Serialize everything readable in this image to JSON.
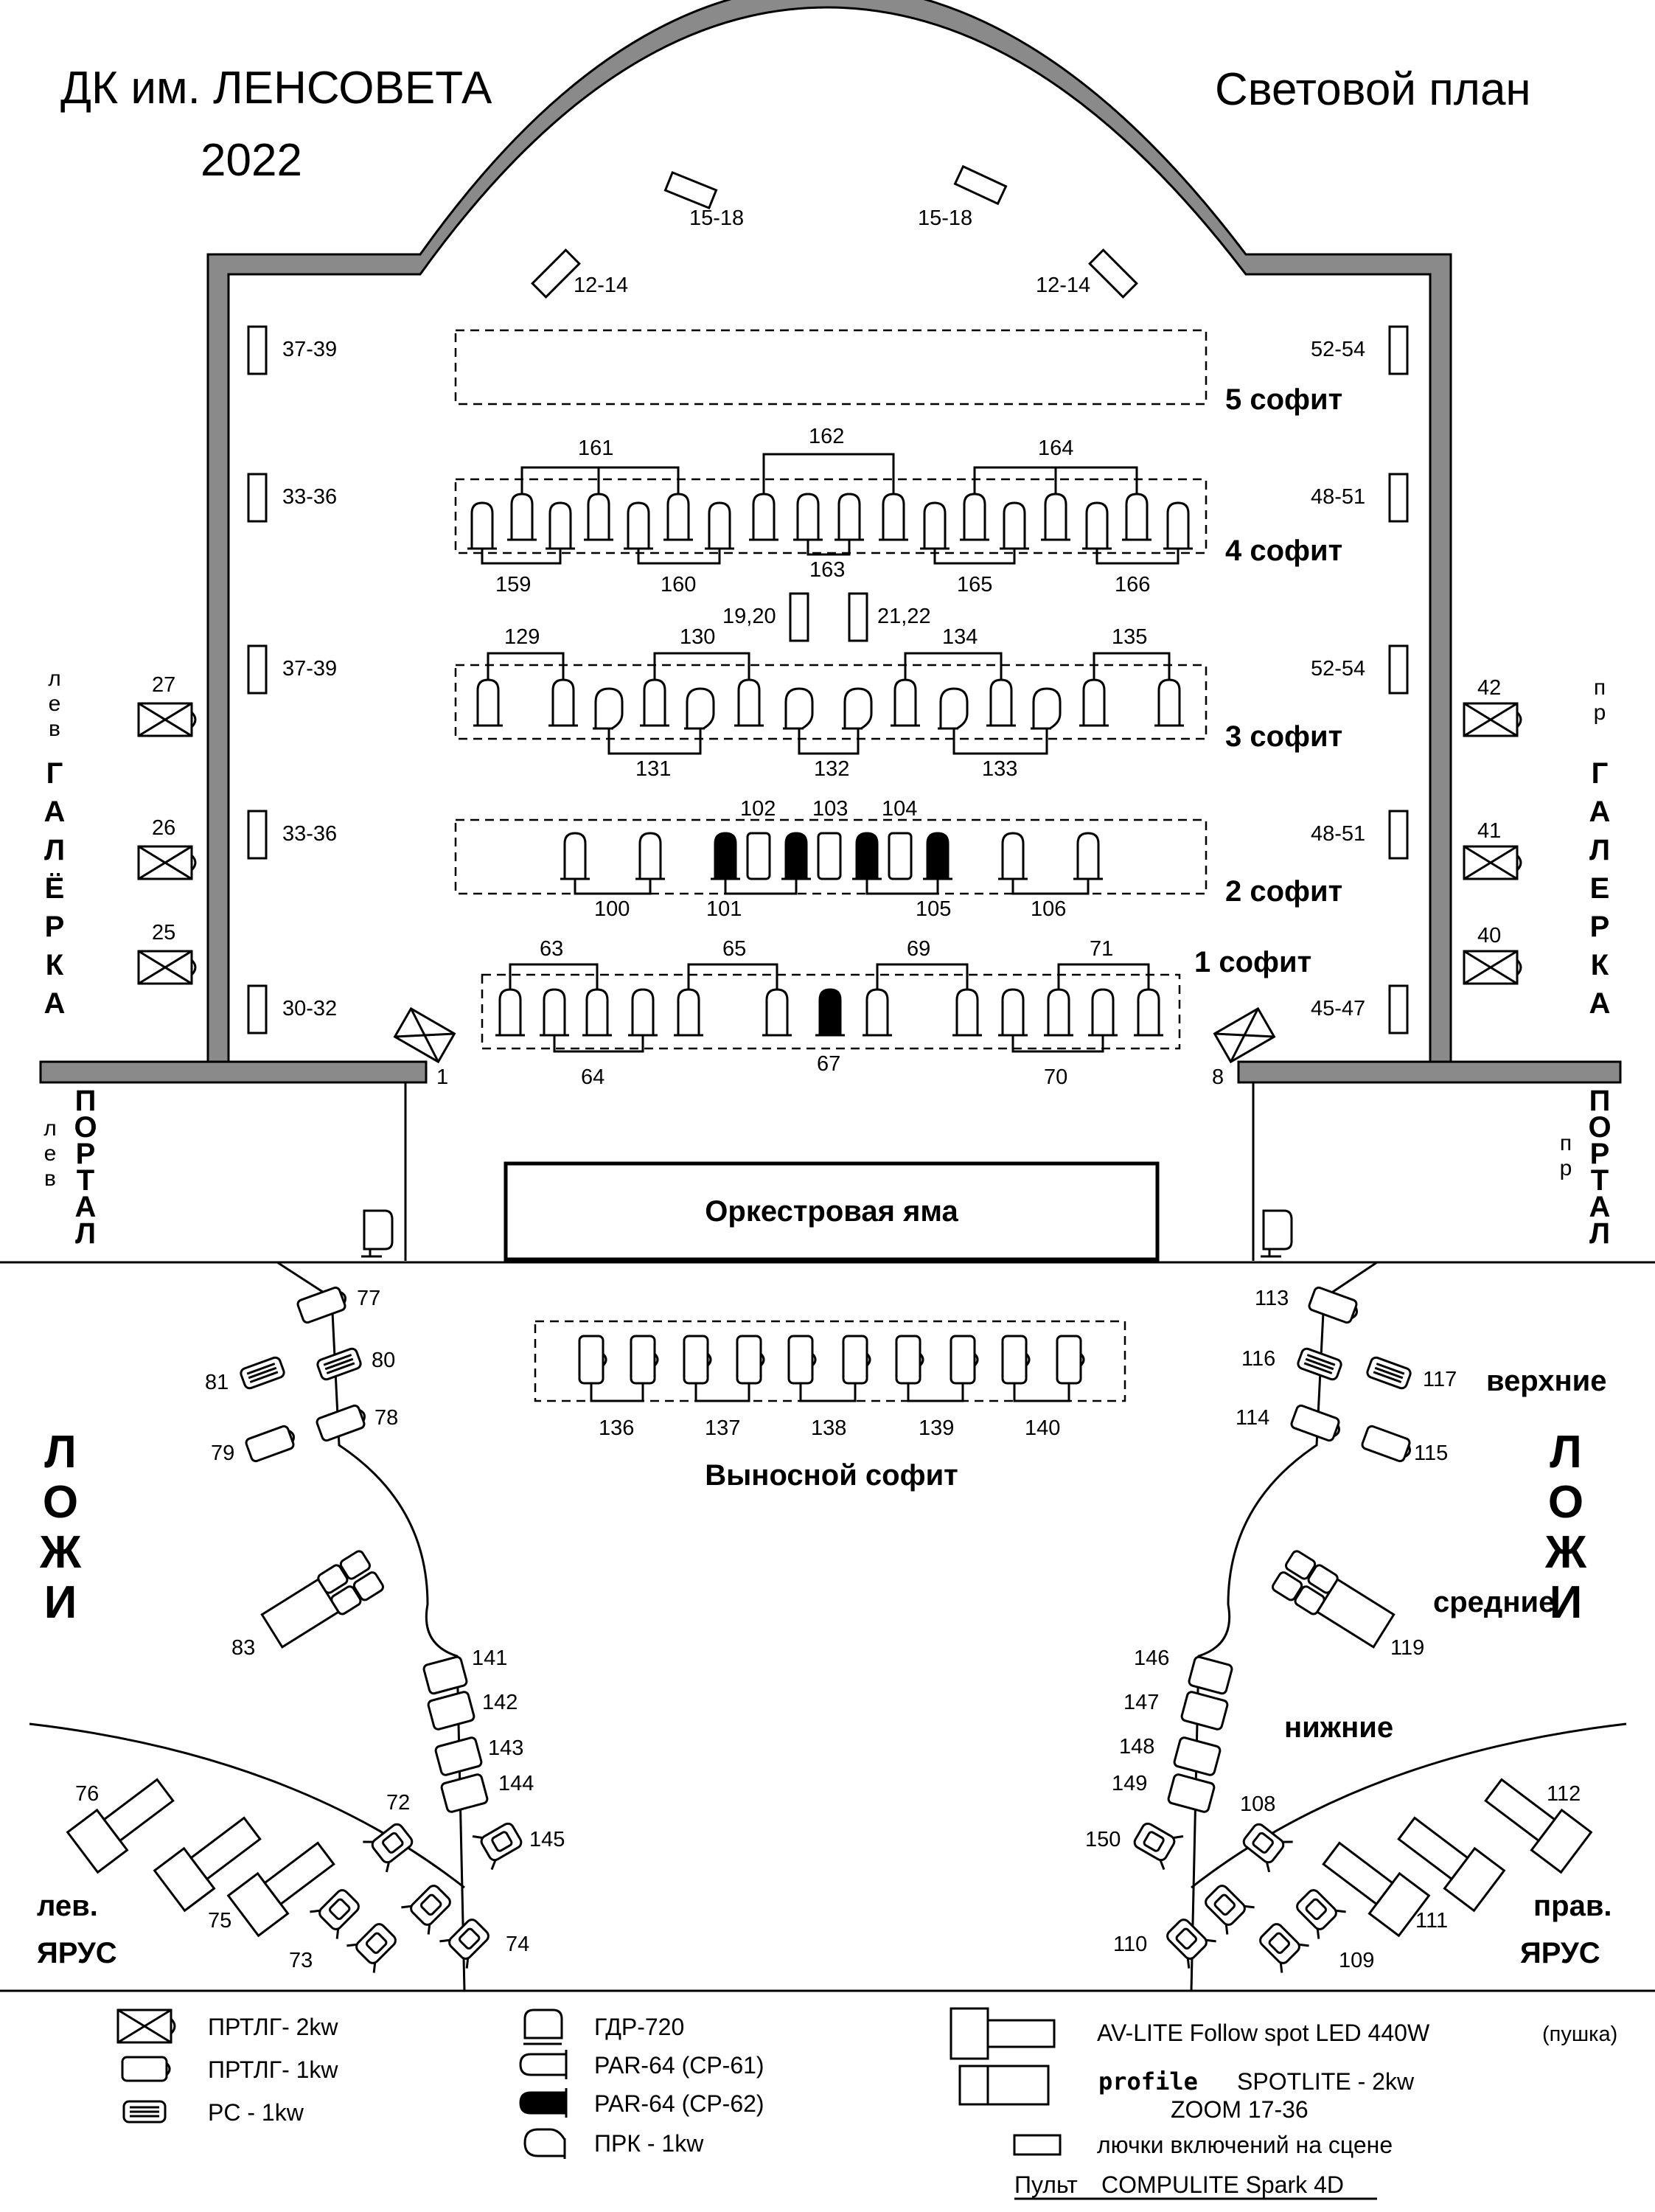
{
  "header": {
    "venue": "ДК им. ЛЕНСОВЕТА",
    "year": "2022",
    "plan_title": "Световой план"
  },
  "stage": {
    "lamps_top": [
      "15-18",
      "15-18",
      "12-14",
      "12-14"
    ],
    "side_boxes_left": [
      "37-39",
      "33-36",
      "37-39",
      "33-36",
      "30-32"
    ],
    "side_boxes_right": [
      "52-54",
      "48-51",
      "52-54",
      "48-51",
      "45-47"
    ],
    "center_boxes": [
      "19,20",
      "21,22"
    ],
    "portal_lamps": [
      "1",
      "8"
    ],
    "gallery_left": [
      "27",
      "26",
      "25"
    ],
    "gallery_right": [
      "42",
      "41",
      "40"
    ],
    "gallery_left_small": "лев",
    "gallery_right_small": "пр",
    "gallery_word": "ГАЛЁРКА",
    "gallery_word_right": "ГАЛЕРКА",
    "portal_word": "ПОРТАЛ",
    "orchestra_pit": "Оркестровая   яма"
  },
  "battens": {
    "b5": {
      "name": "5 софит"
    },
    "b4": {
      "name": "4 софит",
      "top": [
        "161",
        "162",
        "164"
      ],
      "bottom": [
        "159",
        "160",
        "163",
        "165",
        "166"
      ]
    },
    "b3": {
      "name": "3 софит",
      "top": [
        "129",
        "130",
        "134",
        "135"
      ],
      "bottom": [
        "131",
        "132",
        "133"
      ]
    },
    "b2": {
      "name": "2 софит",
      "top": [
        "102",
        "103",
        "104"
      ],
      "bottom": [
        "100",
        "101",
        "105",
        "106"
      ]
    },
    "b1": {
      "name": "1 софит",
      "top": [
        "63",
        "65",
        "69",
        "71"
      ],
      "bottom": [
        "64",
        "67",
        "70"
      ]
    },
    "remote": {
      "name": "Выносной  софит",
      "groups": [
        "136",
        "137",
        "138",
        "139",
        "140"
      ]
    }
  },
  "boxes": {
    "word": "ЛОЖИ",
    "upper": "верхние",
    "middle": "средние",
    "lower": "нижние",
    "left_upper": [
      "77",
      "80",
      "81",
      "78",
      "79"
    ],
    "left_middle": "83",
    "left_lower": [
      "141",
      "142",
      "143",
      "144",
      "145"
    ],
    "right_upper": [
      "113",
      "116",
      "117",
      "114",
      "115"
    ],
    "right_middle": "119",
    "right_lower": [
      "146",
      "147",
      "148",
      "149",
      "150"
    ]
  },
  "tiers": {
    "left_label_1": "лев.",
    "left_label_2": "ЯРУС",
    "right_label_1": "прав.",
    "right_label_2": "ЯРУС",
    "left_devices": [
      "76",
      "75",
      "72",
      "73",
      "74"
    ],
    "right_devices": [
      "112",
      "111",
      "108",
      "109",
      "110"
    ]
  },
  "legend": {
    "prtlg2": "ПРТЛГ- 2kw",
    "prtlg1": "ПРТЛГ- 1kw",
    "pc": "PC - 1kw",
    "gdr": "ГДР-720",
    "par61": "PAR-64 (CP-61)",
    "par62": "PAR-64 (CP-62)",
    "prk": "ПРК - 1kw",
    "avlite": "AV-LITE  Follow spot  LED 440W",
    "avlite_note": "(пушка)",
    "profile_word": "profile",
    "profile_rest": "SPOTLITE - 2kw",
    "zoom": "ZOOM 17-36",
    "hatches": "лючки включений на сцене",
    "console_prefix": "Пульт",
    "console": "COMPULITE Spark 4D"
  }
}
